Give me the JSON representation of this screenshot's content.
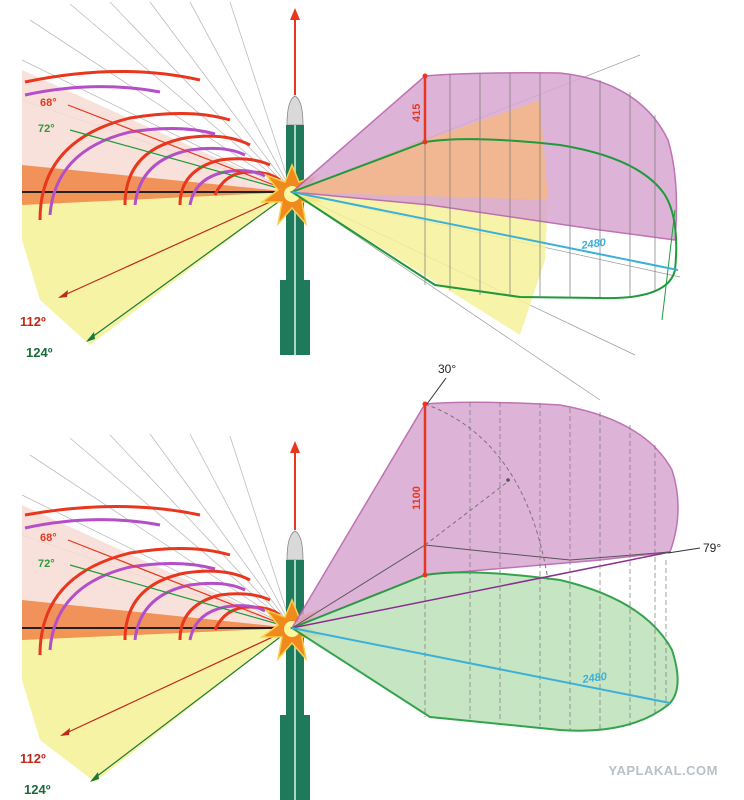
{
  "panels": [
    {
      "angle_inner_1": "68°",
      "angle_inner_2": "72°",
      "angle_outer_1": "112º",
      "angle_outer_2": "124º",
      "height_label": "415",
      "distance_label": "2480"
    },
    {
      "angle_inner_1": "68°",
      "angle_inner_2": "72°",
      "angle_outer_1": "112º",
      "angle_outer_2": "124º",
      "height_label": "1100",
      "distance_label": "2480",
      "callout_top": "30°",
      "callout_right": "79°"
    }
  ],
  "watermark": "YAPLAKAL.COM",
  "colors": {
    "red": "#e8371e",
    "dark_red": "#c0281a",
    "green": "#1f9a3a",
    "dark_green": "#1a6b4f",
    "magenta_fill": "#d9a6d2",
    "yellow_fill": "#f6f29a",
    "orange_fill": "#f4b98a",
    "green_fill": "#bfe3bd",
    "blue": "#3bb0d8",
    "purple": "#9b3fb5"
  }
}
